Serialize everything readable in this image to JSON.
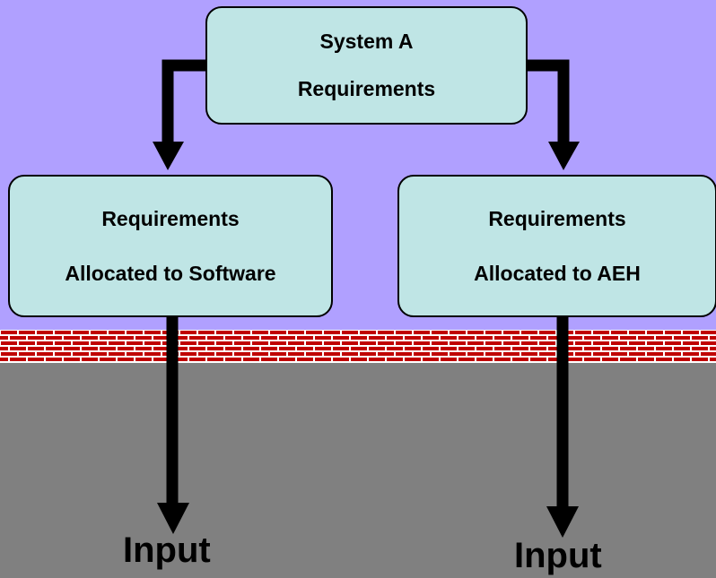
{
  "diagram": {
    "top_box": {
      "line1": "System A",
      "line2": "Requirements"
    },
    "left_box": {
      "line1": "Requirements",
      "line2": "Allocated to Software"
    },
    "right_box": {
      "line1": "Requirements",
      "line2": "Allocated to AEH"
    },
    "left_output_label": "Input",
    "right_output_label": "Input"
  },
  "colors": {
    "sky": "#B0A0FF",
    "box_fill": "#BFE5E5",
    "ground": "#808080",
    "brick": "#C00000",
    "mortar": "#FFFFFF",
    "arrow": "#000000"
  }
}
